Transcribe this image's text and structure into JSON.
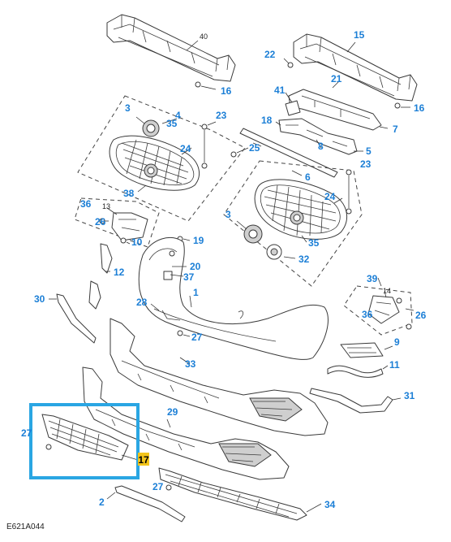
{
  "diagram_id": "E621A044",
  "colors": {
    "label_blue": "#1c7fd6",
    "highlight_blue": "#2aa6e3",
    "highlight_tag": "#f3c41a"
  },
  "highlight": {
    "label": "17"
  },
  "labels": {
    "l40": "40",
    "l16a": "16",
    "l15": "15",
    "l22": "22",
    "l21": "21",
    "l16b": "16",
    "l41": "41",
    "l3a": "3",
    "l4": "4",
    "l35a": "35",
    "l23a": "23",
    "l18": "18",
    "l7": "7",
    "l8": "8",
    "l25": "25",
    "l5": "5",
    "l24a": "24",
    "l6": "6",
    "l23b": "23",
    "l38": "38",
    "l24b": "24",
    "l36a": "36",
    "l13": "13",
    "l26a": "26",
    "l10": "10",
    "l3b": "3",
    "l35b": "35",
    "l19": "19",
    "l32": "32",
    "l12": "12",
    "l20": "20",
    "l37": "37",
    "l39": "39",
    "l14": "14",
    "l30": "30",
    "l1": "1",
    "l28": "28",
    "l36b": "36",
    "l26b": "26",
    "l27a": "27",
    "l9": "9",
    "l33": "33",
    "l11": "11",
    "l31": "31",
    "l29": "29",
    "l27b": "27",
    "l27c": "27",
    "l2": "2",
    "l34": "34"
  }
}
